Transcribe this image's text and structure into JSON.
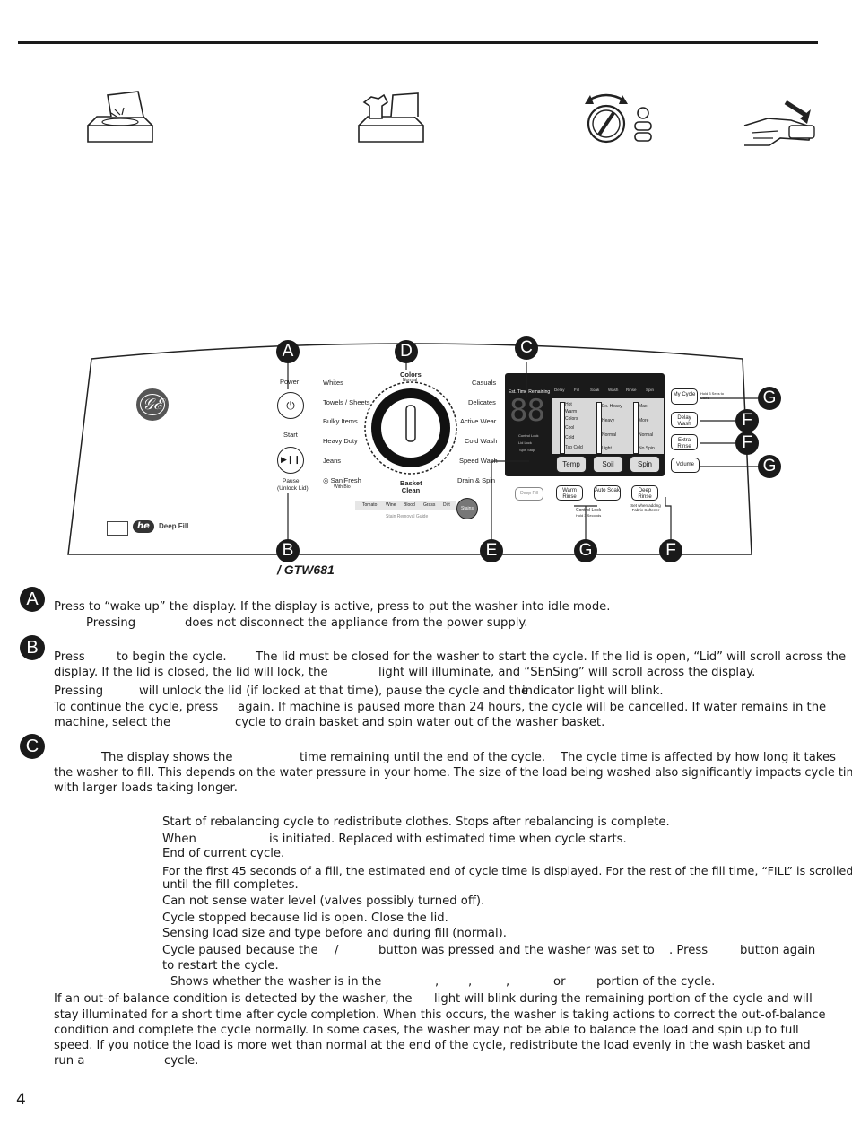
{
  "page_number": "4",
  "panel": {
    "model_label": "/ GTW681",
    "callouts": [
      "A",
      "B",
      "C",
      "D",
      "E",
      "F",
      "G"
    ],
    "power": "Power",
    "start": "Start",
    "pause": "Pause",
    "unlock": "(Unlock Lid)",
    "colors": "Colors",
    "colors_sub": "Normal",
    "left_cycles": [
      "Whites",
      "Towels / Sheets",
      "Bulky Items",
      "Heavy Duty",
      "Jeans"
    ],
    "right_cycles": [
      "Casuals",
      "Delicates",
      "Active Wear",
      "Cold Wash",
      "Speed Wash",
      "Drain & Spin"
    ],
    "sanifresh": "SaniFresh",
    "sanifresh_sub": "With Bio",
    "basket_clean": "Basket Clean",
    "stain_items": [
      "Tomato",
      "Wine",
      "Blood",
      "Grass",
      "Dirt"
    ],
    "stains_btn": "Stains",
    "stain_guide": "Stain Removal Guide",
    "time_remaining": "Est. Time Remaining",
    "display_digits": "88",
    "status_lights": [
      "Delay",
      "Fill",
      "Soak",
      "Wash",
      "Rinse",
      "Spin"
    ],
    "lock_labels": [
      "Control Lock",
      "Lid Lock",
      "Spin Stop"
    ],
    "temp_levels": [
      "Hot",
      "Warm",
      "Colors",
      "Cool",
      "Cold",
      "Tap Cold"
    ],
    "soil_levels": [
      "Ex. Heavy",
      "Heavy",
      "Normal",
      "Light"
    ],
    "spin_levels": [
      "Max",
      "More",
      "Normal",
      "No Spin"
    ],
    "temp": "Temp",
    "soil": "Soil",
    "spin": "Spin",
    "deep_fill": "Deep Fill",
    "warm_rinse": "Warm Rinse",
    "auto_soak": "Auto Soak",
    "deep_rinse": "Deep Rinse",
    "control_lock": "Control Lock",
    "control_lock_sub": "Hold 3 Seconds",
    "softener_note": "Set when adding Fabric Softener",
    "my_cycle": "My Cycle",
    "hold_save": "Hold 3 Secs to Store",
    "delay_wash": "Delay Wash",
    "extra_rinse": "Extra Rinse",
    "volume": "Volume",
    "deep_fill_logo": "Deep Fill",
    "he_logo": "he"
  },
  "text_lines": {
    "a1": "Press to “wake up” the display. If the display is active, press to put the washer into idle mode.",
    "a2a": "Pressing",
    "a2b": "does not disconnect the appliance from the power supply.",
    "b1a": "Press",
    "b1b": "to begin the cycle.",
    "b1c": "The lid must be closed for the washer to start the cycle. If the lid is open, “Lid” will scroll across the",
    "b2a": "display. If the lid is closed, the lid will lock, the",
    "b2b": "light will illuminate, and “SEnSing” will scroll across the display.",
    "b3a": "Pressing",
    "b3b": "will unlock the lid (if locked at that time), pause the cycle and the",
    "b3c": "indicator light will blink.",
    "b4a": "To continue the cycle, press",
    "b4b": "again. If machine is paused more than 24 hours, the cycle will be cancelled. If water remains in the",
    "b5a": "machine, select the",
    "b5b": "cycle to drain basket and spin water out of the washer basket.",
    "c1a": "The display shows the",
    "c1b": "time remaining until the end of the cycle.",
    "c1c": "The cycle time is affected by how long it takes",
    "c2": "the washer to fill. This depends on the water pressure in your home. The size of the load being washed also significantly impacts cycle time,",
    "c3": "with larger loads taking longer.",
    "d1": "Start of rebalancing cycle to redistribute clothes. Stops after rebalancing is complete.",
    "d2a": "When",
    "d2b": "is initiated. Replaced with estimated time when cycle starts.",
    "d3": "End of current cycle.",
    "d4": "For the first 45 seconds of a fill, the estimated end of cycle time is displayed. For the rest of the fill time, “FILL” is scrolled",
    "d5": "until the fill completes.",
    "d6": "Can not sense water level (valves possibly turned off).",
    "d7": "Cycle stopped because lid is open. Close the lid.",
    "d8": "Sensing load size and type before and during fill (normal).",
    "d9a": "Cycle paused because the",
    "d9b": "/",
    "d9c": "button was pressed and the washer was set to",
    "d9d": ". Press",
    "d9e": "button again",
    "d10": "to restart the cycle.",
    "d11a": "Shows whether the washer is in the",
    "d11b": ",",
    "d11c": ",",
    "d11d": ",",
    "d11e": "or",
    "d11f": "portion of the cycle.",
    "e1a": "If an out-of-balance condition is detected by the washer, the",
    "e1b": "light will blink during the remaining portion of the cycle and will",
    "e2": "stay illuminated for a short time after cycle completion. When this occurs, the washer is taking actions to correct the out-of-balance",
    "e3": "condition and complete the cycle normally. In some cases, the washer may not be able to balance the load and spin up to full",
    "e4": "speed. If you notice the load is more wet than normal at the end of the cycle, redistribute the load evenly in the wash basket and",
    "e5a": "run a",
    "e5b": "cycle."
  }
}
